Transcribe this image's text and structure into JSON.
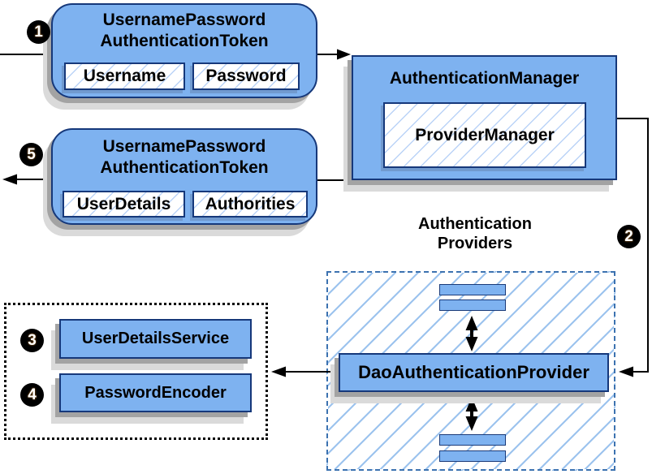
{
  "request_token": {
    "step": "1",
    "title_line1": "UsernamePassword",
    "title_line2": "AuthenticationToken",
    "fields": [
      "Username",
      "Password"
    ]
  },
  "response_token": {
    "step": "5",
    "title_line1": "UsernamePassword",
    "title_line2": "AuthenticationToken",
    "fields": [
      "UserDetails",
      "Authorities"
    ]
  },
  "authentication_manager": {
    "title": "AuthenticationManager",
    "inner_label": "ProviderManager"
  },
  "authentication_providers": {
    "step": "2",
    "heading_line1": "Authentication",
    "heading_line2": "Providers",
    "provider_label": "DaoAuthenticationProvider"
  },
  "supporting_services": {
    "items": [
      {
        "step": "3",
        "label": "UserDetailsService"
      },
      {
        "step": "4",
        "label": "PasswordEncoder"
      }
    ]
  },
  "colors": {
    "box_fill": "#7eb2f0",
    "box_border": "#16387a",
    "hatch_line": "#9cc3ee",
    "dashed_border": "#3c72b0",
    "dotted_border": "#000000",
    "shadow_dark": "#a3a3a3",
    "shadow_light": "#dadada",
    "badge_bg": "#000000",
    "badge_text": "#ffffff",
    "connector": "#000000"
  }
}
